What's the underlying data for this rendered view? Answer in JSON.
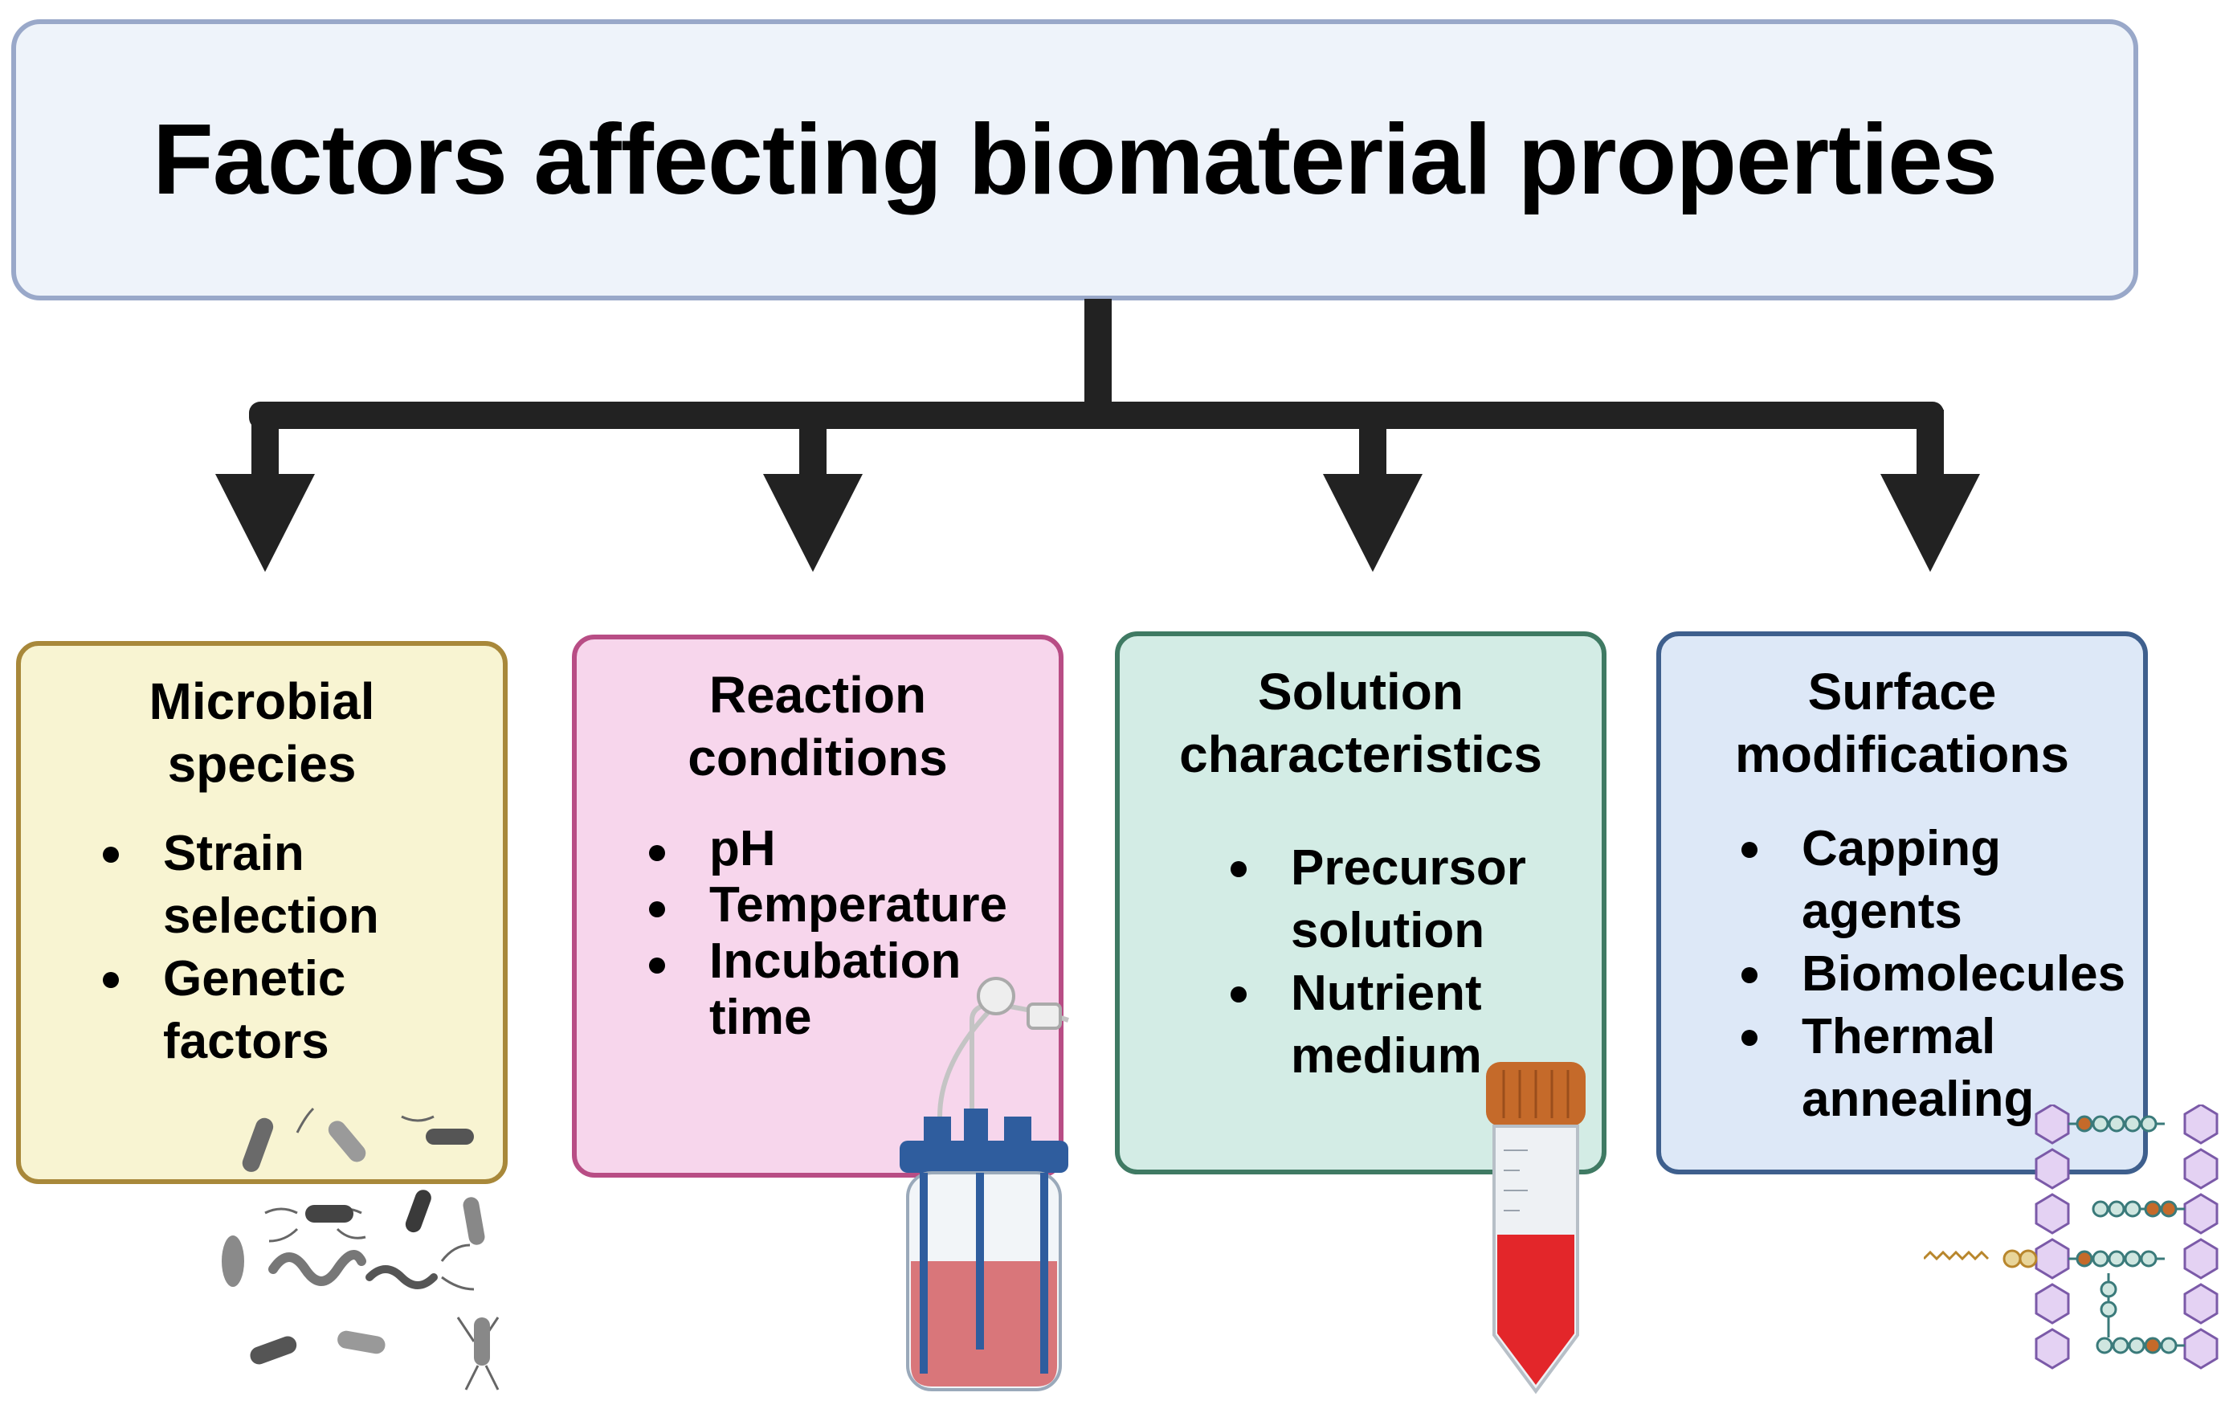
{
  "title": "Factors affecting biomaterial properties",
  "categories": [
    {
      "heading": [
        "Microbial",
        "species"
      ],
      "items": [
        [
          "Strain",
          "selection"
        ],
        [
          "Genetic",
          "factors"
        ]
      ],
      "icon": "bacteria-illustration"
    },
    {
      "heading": [
        "Reaction",
        "conditions"
      ],
      "items": [
        [
          "pH"
        ],
        [
          "Temperature"
        ],
        [
          "Incubation",
          "time"
        ]
      ],
      "icon": "bioreactor-illustration"
    },
    {
      "heading": [
        "Solution",
        "characteristics"
      ],
      "items": [
        [
          "Precursor",
          "solution"
        ],
        [
          "Nutrient",
          "medium"
        ]
      ],
      "icon": "centrifuge-tube-illustration"
    },
    {
      "heading": [
        "Surface",
        "modifications"
      ],
      "items": [
        [
          "Capping",
          "agents"
        ],
        [
          "Biomolecules"
        ],
        [
          "Thermal",
          "annealing"
        ]
      ],
      "icon": "biomolecule-chain-illustration"
    }
  ],
  "colors": {
    "title_bg": "#eef3fa",
    "title_border": "#99a8c9",
    "card_backgrounds": [
      "#f8f4d2",
      "#f7d6ec",
      "#d3ece5",
      "#dde8f7"
    ],
    "card_borders": [
      "#a8883a",
      "#b84d85",
      "#3f7a63",
      "#3e5f8d"
    ],
    "arrows": "#222222"
  }
}
